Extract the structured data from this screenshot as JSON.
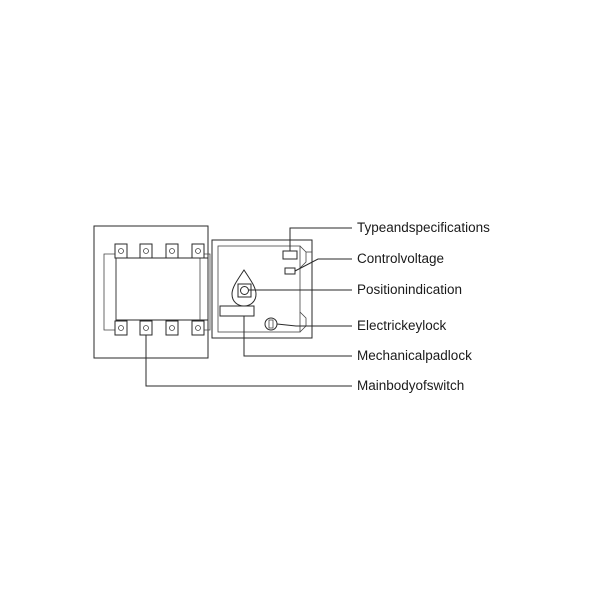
{
  "labels": {
    "type_specs": "Typeandspecifications",
    "control_voltage": "Controlvoltage",
    "position_indication": "Positionindication",
    "electric_key_lock": "Electrickeylock",
    "mechanical_padlock": "Mechanicalpadlock",
    "main_body": "Mainbodyofswitch"
  },
  "colors": {
    "line": "#2a2a2a",
    "text": "#1a1a1a",
    "background": "#ffffff"
  }
}
